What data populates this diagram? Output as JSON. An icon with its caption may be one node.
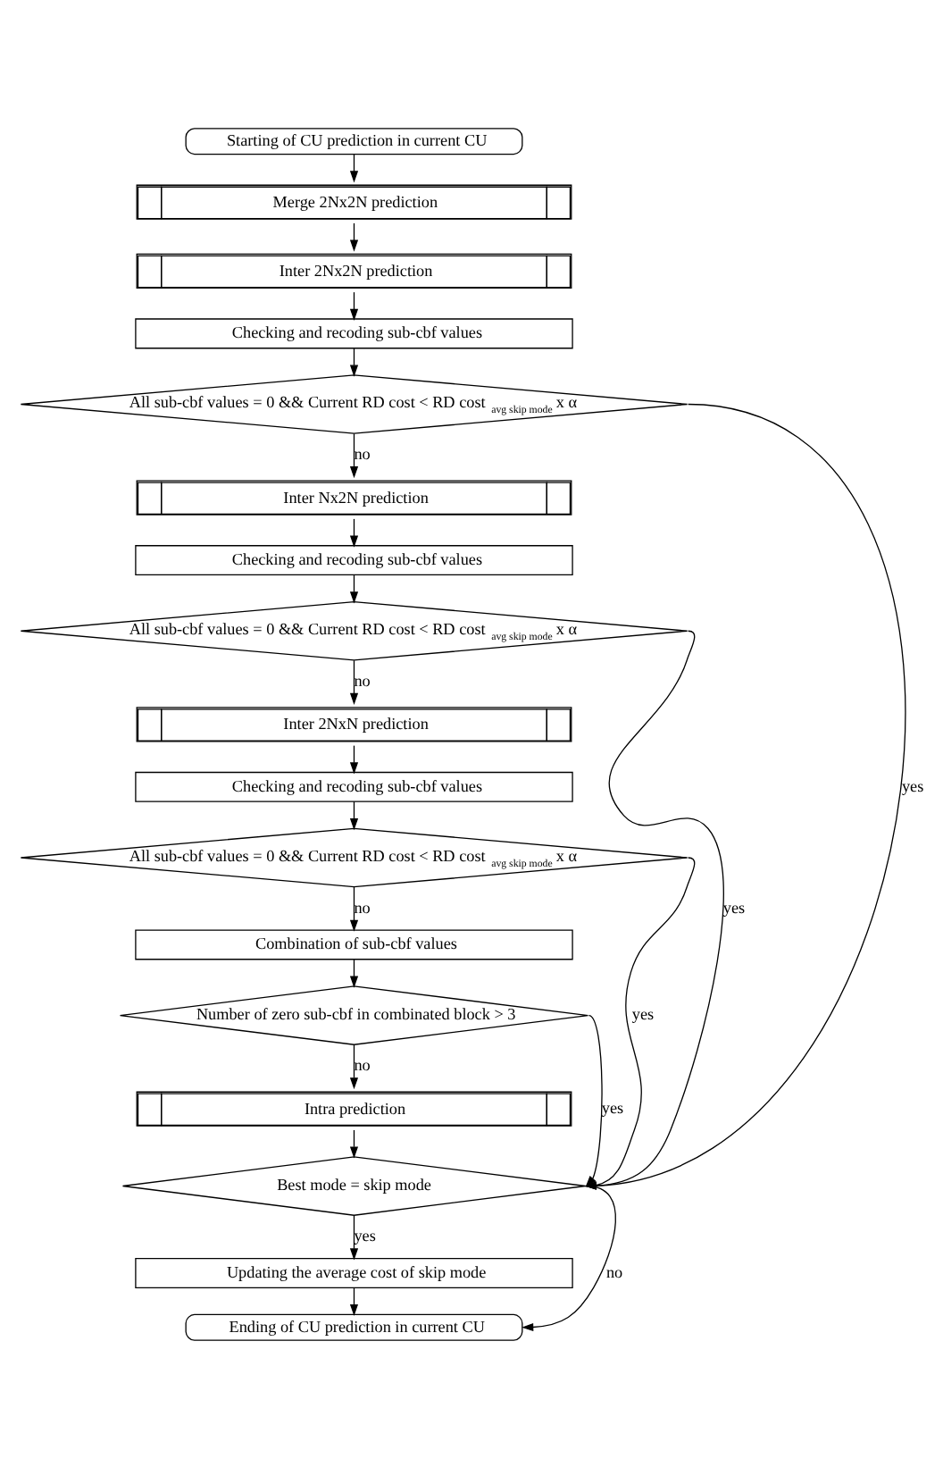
{
  "diagram": {
    "nodes": [
      {
        "text": [
          "Starting of CU prediction in current CU"
        ]
      },
      {
        "text": [
          "Merge 2Nx2N prediction"
        ]
      },
      {
        "text": [
          "Inter 2Nx2N prediction"
        ]
      },
      {
        "text": [
          "Checking and recoding sub-cbf values"
        ]
      },
      {
        "text": [
          "All sub-cbf values = 0 && Current RD cost < RD cost $_{avg skip mode}$ x α"
        ]
      },
      {
        "text": [
          "Inter Nx2N prediction"
        ]
      },
      {
        "text": [
          "Checking and recoding sub-cbf values"
        ]
      },
      {
        "text": [
          "All sub-cbf values = 0 && Current RD cost < RD cost $_{avg skip mode}$ x α"
        ]
      },
      {
        "text": [
          "Inter 2NxN prediction"
        ]
      },
      {
        "text": [
          "Checking and recoding sub-cbf values"
        ]
      },
      {
        "text": [
          "All sub-cbf values = 0 && Current RD cost < RD cost $_{avg skip mode}$ x α"
        ]
      },
      {
        "text": [
          "Combination of sub-cbf values"
        ]
      },
      {
        "text": [
          "Number of zero sub-cbf in combinated block > 3"
        ]
      },
      {
        "text": [
          "Intra prediction"
        ]
      },
      {
        "text": [
          "Best mode = skip mode"
        ]
      },
      {
        "text": [
          "Updating the average cost of skip mode"
        ]
      },
      {
        "text": [
          "Ending of CU prediction in current CU"
        ]
      }
    ],
    "edges": [
      {
        "from": 0,
        "to": 1,
        "arrow": "to"
      },
      {
        "from": 1,
        "to": 2,
        "arrow": "to"
      },
      {
        "from": 2,
        "to": 3,
        "arrow": "to"
      },
      {
        "from": 3,
        "to": 4,
        "arrow": "to"
      },
      {
        "from": 4,
        "to": 14,
        "arrow": "to",
        "label": "yes"
      },
      {
        "from": 4,
        "to": 5,
        "arrow": "to",
        "label": "no"
      },
      {
        "from": 5,
        "to": 6,
        "arrow": "to"
      },
      {
        "from": 6,
        "to": 7,
        "arrow": "to"
      },
      {
        "from": 7,
        "to": 14,
        "arrow": "to",
        "label": "yes"
      },
      {
        "from": 7,
        "to": 8,
        "arrow": "to",
        "label": "no"
      },
      {
        "from": 8,
        "to": 9,
        "arrow": "to"
      },
      {
        "from": 9,
        "to": 10,
        "arrow": "to"
      },
      {
        "from": 10,
        "to": 14,
        "arrow": "to",
        "label": "yes"
      },
      {
        "from": 10,
        "to": 11,
        "arrow": "to",
        "label": "no"
      },
      {
        "from": 11,
        "to": 12,
        "arrow": "to"
      },
      {
        "from": 12,
        "to": 14,
        "arrow": "to",
        "label": "yes"
      },
      {
        "from": 12,
        "to": 13,
        "arrow": "to",
        "label": "no"
      },
      {
        "from": 13,
        "to": 14,
        "arrow": "to"
      },
      {
        "from": 14,
        "to": 16,
        "arrow": "to",
        "label": "no"
      },
      {
        "from": 14,
        "to": 15,
        "arrow": "to",
        "label": "yes"
      },
      {
        "from": 15,
        "to": 16,
        "arrow": "to"
      }
    ]
  }
}
